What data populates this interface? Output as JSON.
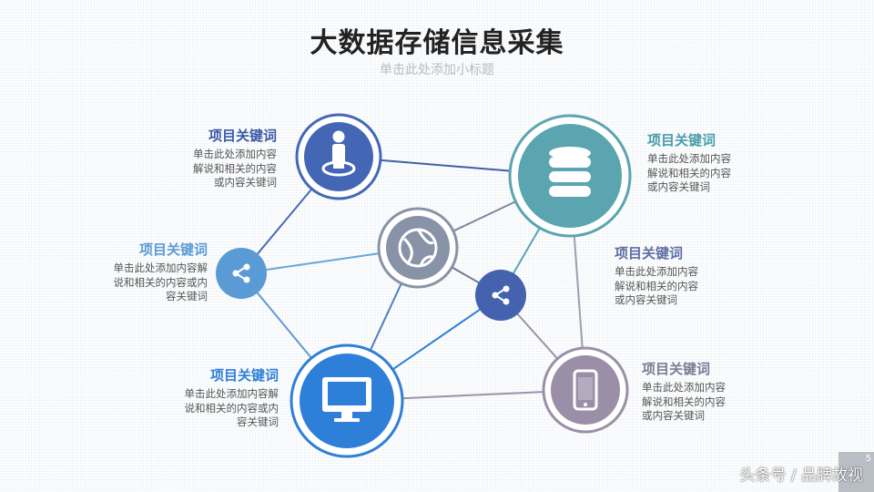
{
  "title": "大数据存储信息采集",
  "subtitle": "单击此处添加小标题",
  "nodes": {
    "person": {
      "heading": "项目关键词",
      "text": [
        "单击此处添加内容",
        "解说和相关的内容",
        "或内容关键词"
      ],
      "icon": "person-icon",
      "color": "#4467b5"
    },
    "share_left": {
      "heading": "项目关键词",
      "text": [
        "单击此处添加内容解",
        "说和相关的内容或内",
        "容关键词"
      ],
      "icon": "share-icon",
      "color": "#5b9bd5"
    },
    "monitor": {
      "heading": "项目关键词",
      "text": [
        "单击此处添加内容解",
        "说和相关的内容或内",
        "容关键词"
      ],
      "icon": "monitor-icon",
      "color": "#2e7fd8"
    },
    "database": {
      "heading": "项目关键词",
      "text": [
        "单击此处添加内容",
        "解说和相关的内容",
        "或内容关键词"
      ],
      "icon": "database-icon",
      "color": "#5aa5b0"
    },
    "share_mid": {
      "heading": "项目关键词",
      "text": [
        "单击此处添加内容",
        "解说和相关的内容",
        "或内容关键词"
      ],
      "icon": "share-icon",
      "color": "#4462ad"
    },
    "phone": {
      "heading": "项目关键词",
      "text": [
        "单击此处添加内容",
        "解说和相关的内容",
        "或内容关键词"
      ],
      "icon": "phone-icon",
      "color": "#9b8fa8"
    },
    "globe": {
      "icon": "globe-icon",
      "color": "#8893a8"
    }
  },
  "page_number": "5",
  "watermark": "头条号 / 品牌故视"
}
